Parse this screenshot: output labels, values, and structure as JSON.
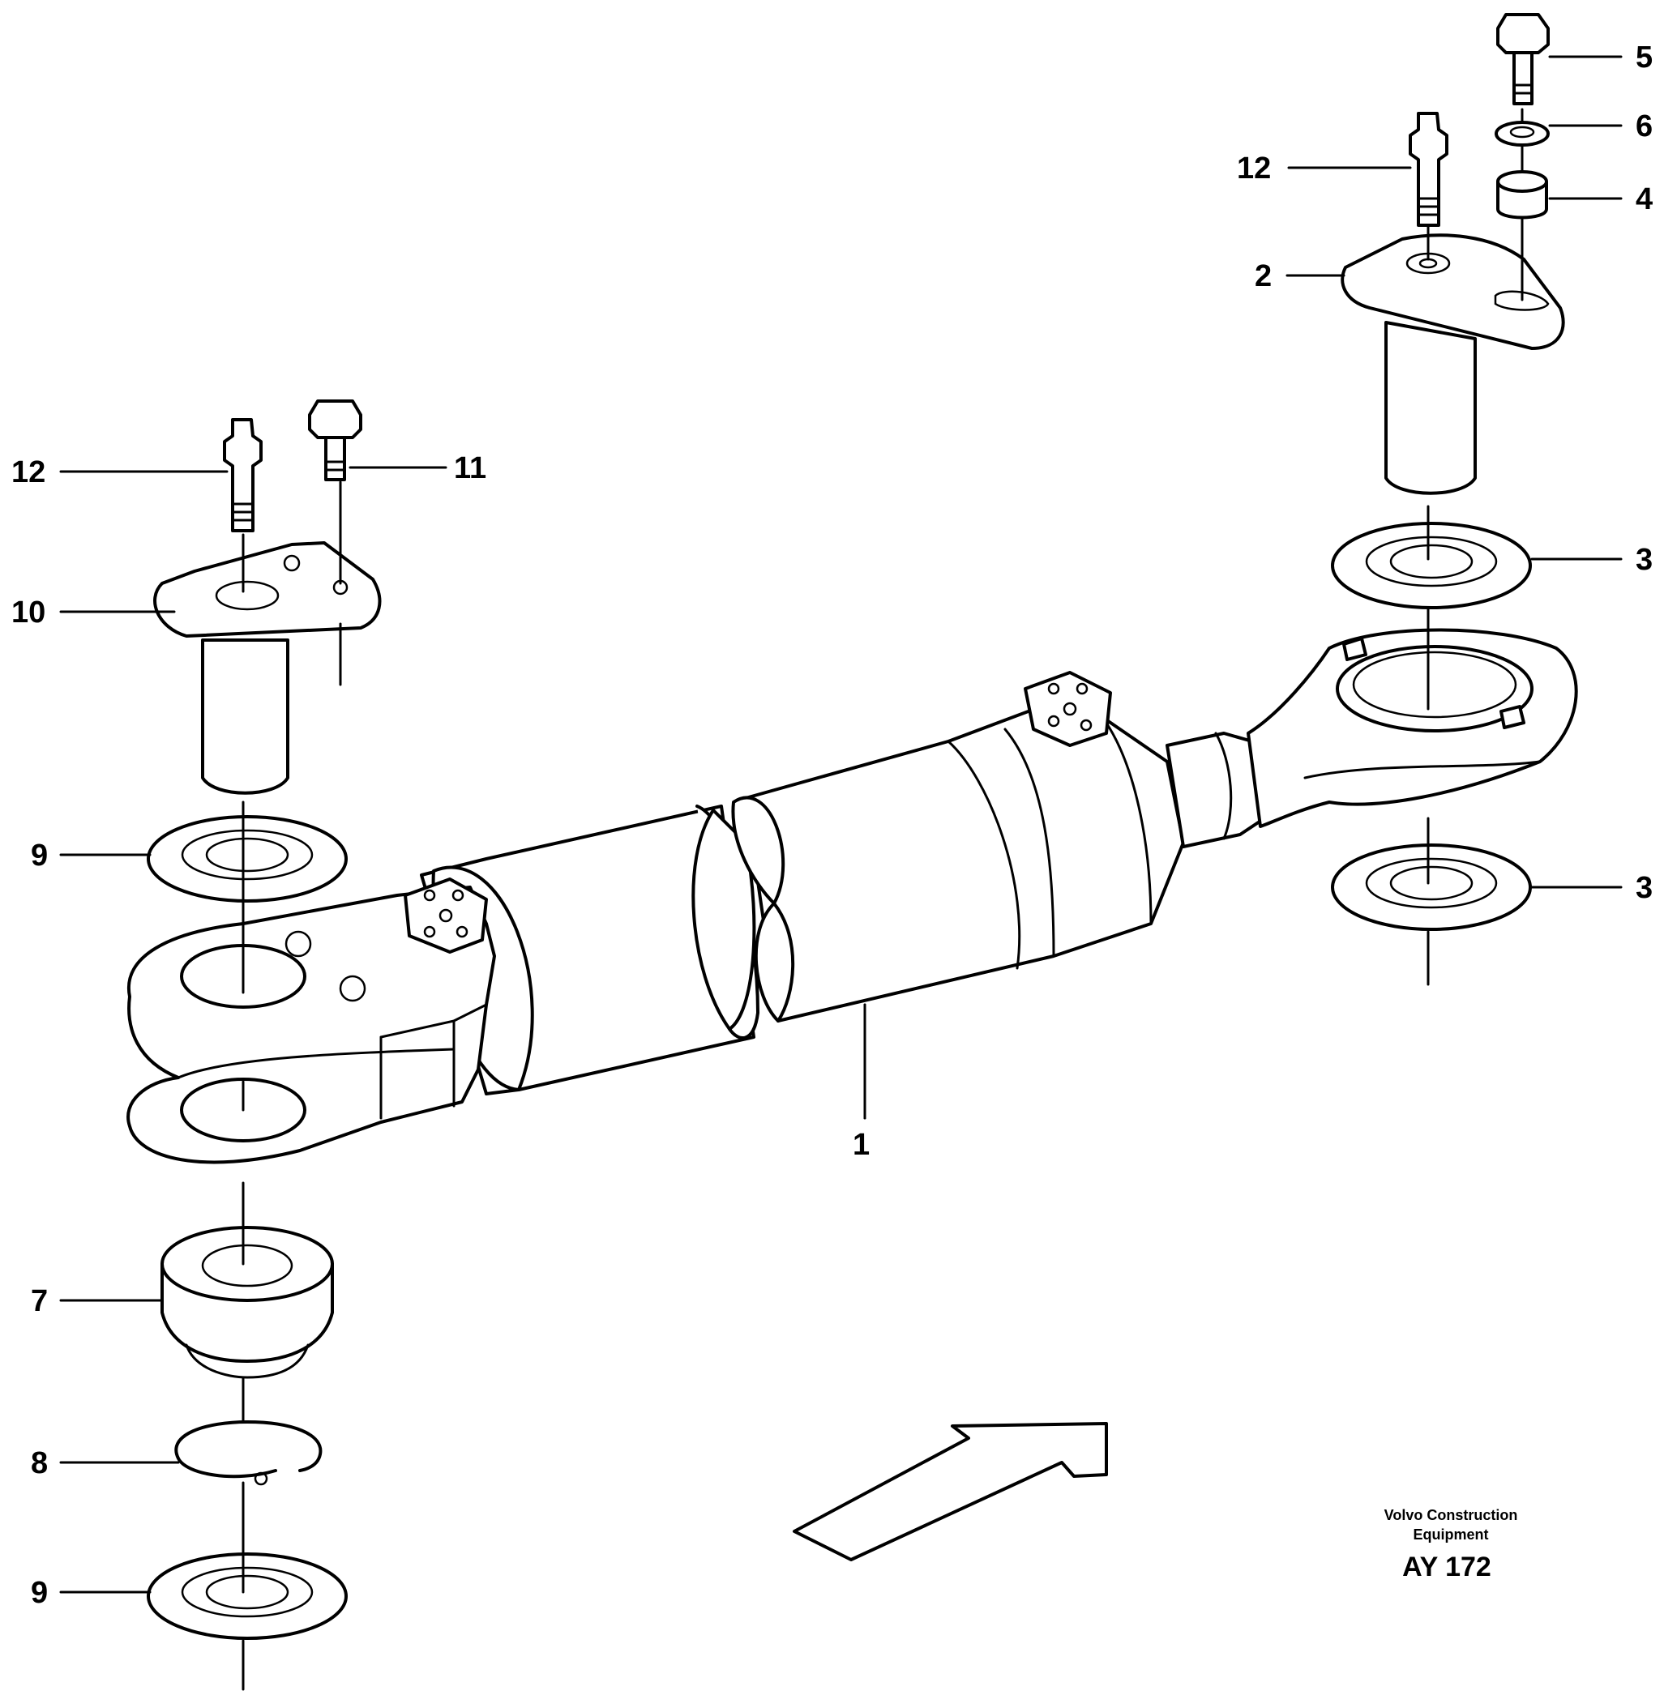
{
  "callouts": [
    {
      "id": "1",
      "label": "1"
    },
    {
      "id": "2",
      "label": "2"
    },
    {
      "id": "3a",
      "label": "3"
    },
    {
      "id": "3b",
      "label": "3"
    },
    {
      "id": "4",
      "label": "4"
    },
    {
      "id": "5",
      "label": "5"
    },
    {
      "id": "6",
      "label": "6"
    },
    {
      "id": "7",
      "label": "7"
    },
    {
      "id": "8",
      "label": "8"
    },
    {
      "id": "9a",
      "label": "9"
    },
    {
      "id": "9b",
      "label": "9"
    },
    {
      "id": "10",
      "label": "10"
    },
    {
      "id": "11",
      "label": "11"
    },
    {
      "id": "12a",
      "label": "12"
    },
    {
      "id": "12b",
      "label": "12"
    }
  ],
  "credit": {
    "line1": "Volvo Construction",
    "line2": "Equipment",
    "code": "AY 172"
  }
}
